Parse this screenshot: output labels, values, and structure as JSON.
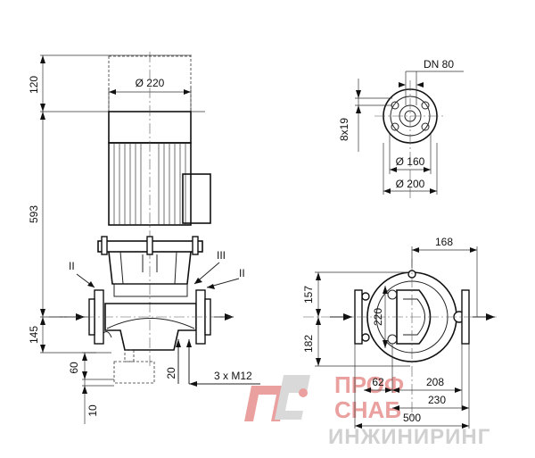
{
  "front_view": {
    "dim_top": "120",
    "dim_motor_diameter": "Ø 220",
    "dim_height": "593",
    "dim_pipe_axis": "145",
    "dim_foot": "60",
    "dim_base": "10",
    "dim_flange_gap": "20",
    "bolt_spec": "3 x M12",
    "callout_left": "II",
    "callout_right_a": "III",
    "callout_right_b": "II"
  },
  "flange_view": {
    "nominal_size": "DN 80",
    "holes": "8x19",
    "bolt_circle": "Ø 160",
    "outer_diameter": "Ø 200"
  },
  "plan_view": {
    "dim_offset": "168",
    "dim_upper": "157",
    "dim_lower": "182",
    "dim_inner": "220",
    "dim_62": "62",
    "dim_208": "208",
    "dim_230": "230",
    "dim_500": "500"
  },
  "watermark": {
    "line1": "ПРОФ",
    "line2": "СНАБ",
    "line3": "ИНЖИНИРИНГ",
    "color_primary": "#d9534f",
    "color_secondary": "#bbbbbb"
  }
}
